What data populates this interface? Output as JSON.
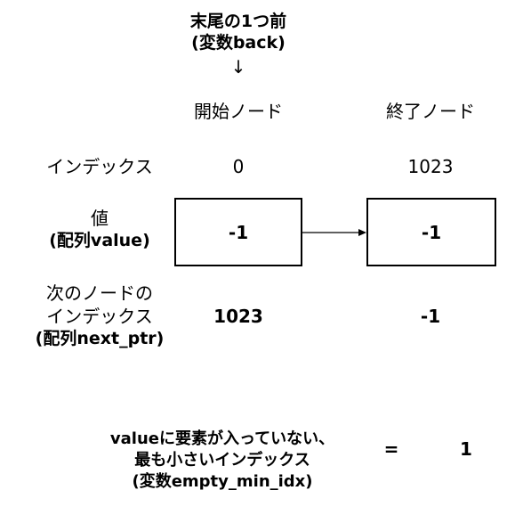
{
  "back_label": {
    "line1": "末尾の1つ前",
    "line2": "(変数back)",
    "arrow_glyph": "↓"
  },
  "columns": {
    "start_node": "開始ノード",
    "end_node": "終了ノード"
  },
  "rows": {
    "index": {
      "label": "インデックス",
      "start": "0",
      "end": "1023"
    },
    "value": {
      "label_line1": "値",
      "label_line2": "(配列value)",
      "start": "-1",
      "end": "-1"
    },
    "next": {
      "label_line1": "次のノードの",
      "label_line2": "インデックス",
      "label_line3": "(配列next_ptr)",
      "start": "1023",
      "end": "-1"
    }
  },
  "empty_min": {
    "line1": "valueに要素が入っていない、",
    "line2": "最も小さいインデックス",
    "line3": "(変数empty_min_idx)",
    "equals": "=",
    "value": "1"
  }
}
